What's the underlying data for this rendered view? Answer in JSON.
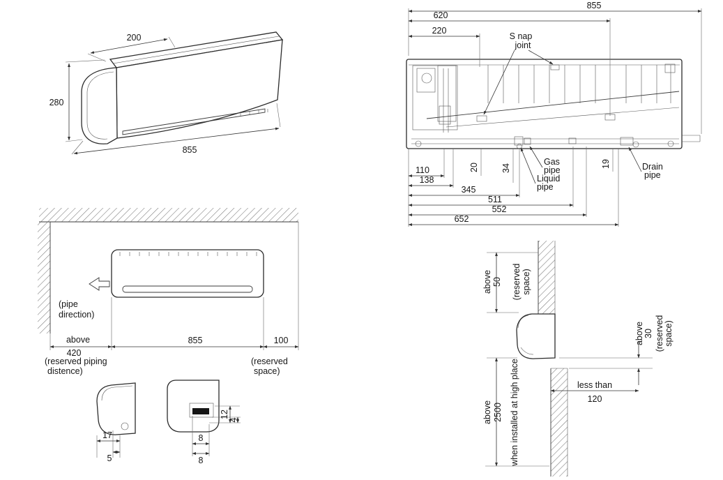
{
  "perspective": {
    "depth": "200",
    "height": "280",
    "width": "855"
  },
  "rear": {
    "w855": "855",
    "w620": "620",
    "w220": "220",
    "snap1": "S nap",
    "snap2": "joint",
    "d20": "20",
    "d34": "34",
    "d19": "19",
    "gas1": "Gas",
    "gas2": "pipe",
    "liq1": "Liquid",
    "liq2": "pipe",
    "drain1": "Drain",
    "drain2": "pipe",
    "d110": "110",
    "d138": "138",
    "d345": "345",
    "d511": "511",
    "d552": "552",
    "d652": "652"
  },
  "front_clearance": {
    "pipe1": "(pipe",
    "pipe2": "direction)",
    "above": "above",
    "v420": "420",
    "note_l1": "(reserved piping",
    "note_l2": "distence)",
    "w855": "855",
    "v100": "100",
    "note_r1": "(reserved",
    "note_r2": "space)"
  },
  "detail_left": {
    "d17": "17",
    "d5": "5"
  },
  "detail_right": {
    "d12": "12",
    "d4": "4",
    "d8a": "8",
    "d8b": "8"
  },
  "side_clearance": {
    "top_above": "above",
    "top_v": "50",
    "top_n1": "(reserved",
    "top_n2": "space)",
    "right_above": "above",
    "right_v": "30",
    "right_n1": "(reserved",
    "right_n2": "space)",
    "bot_above": "above",
    "bot_v": "2500",
    "bot_note": "when installed at high place",
    "less1": "less than",
    "less2": "120"
  }
}
